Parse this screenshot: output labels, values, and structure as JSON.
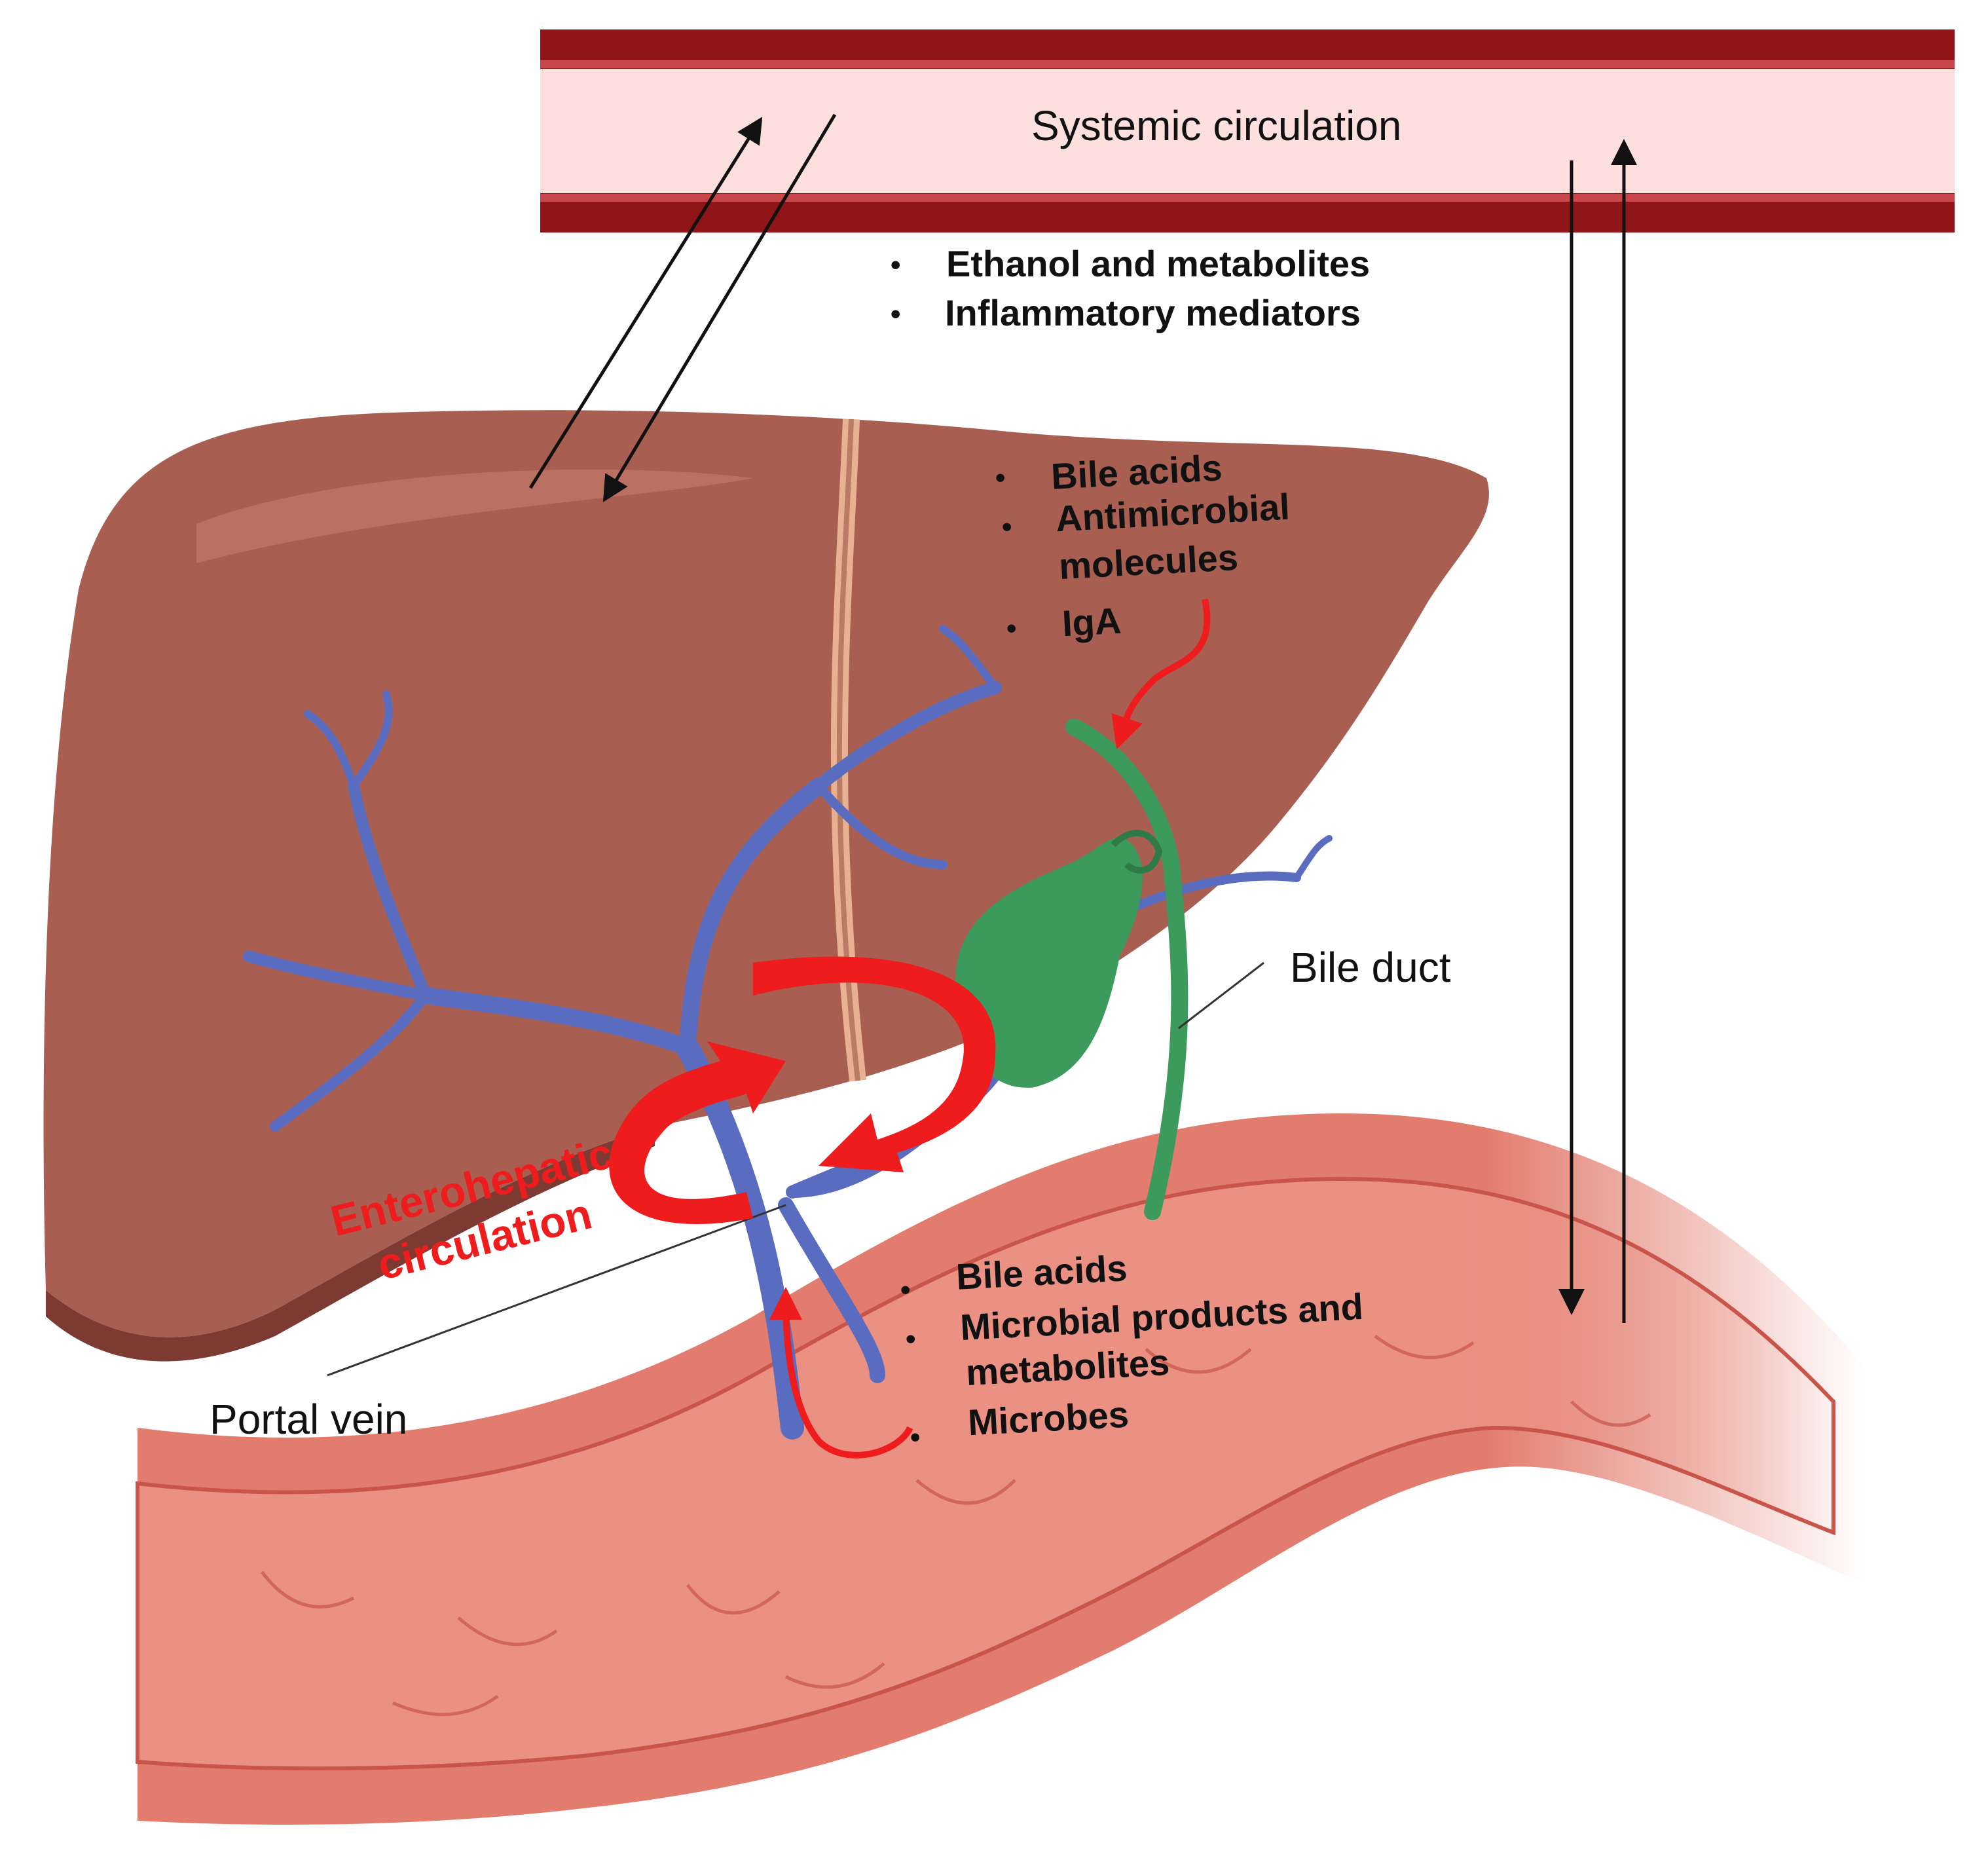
{
  "labels": {
    "systemic": "Systemic circulation",
    "bile_duct": "Bile duct",
    "portal_vein": "Portal vein",
    "enterohepatic_line1": "Enterohepatic",
    "enterohepatic_line2": "circulation"
  },
  "systemic_items": [
    "Ethanol and metabolites",
    "Inflammatory mediators"
  ],
  "liver_items": [
    "Bile acids",
    "Antimicrobial",
    "molecules",
    "IgA"
  ],
  "gut_items": [
    "Bile acids",
    "Microbial products and",
    "metabolites",
    "Microbes"
  ],
  "colors": {
    "vessel_wall": "#8f1518",
    "vessel_lumen": "#fde0de",
    "liver": "#a85f52",
    "portal_vein": "#5a6cc0",
    "gallbladder": "#3b9a5c",
    "intestine": "#e07a6c",
    "red_arrow": "#ee1c1c"
  }
}
